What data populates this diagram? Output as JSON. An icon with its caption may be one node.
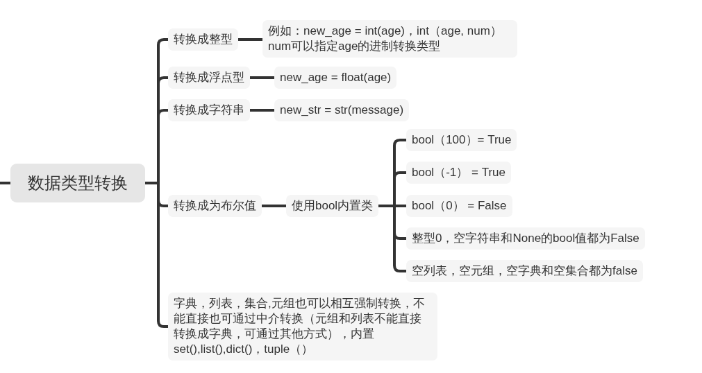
{
  "diagram": {
    "nodes": [
      {
        "text": [
          "数据类型转换"
        ]
      },
      {
        "text": [
          "转换成整型"
        ]
      },
      {
        "text": [
          "例如：new_age = int(age)，int（age, num） num可以指定age的进制转换类型"
        ]
      },
      {
        "text": [
          "转换成浮点型"
        ]
      },
      {
        "text": [
          "new_age = float(age)"
        ]
      },
      {
        "text": [
          "转换成字符串"
        ]
      },
      {
        "text": [
          "new_str = str(message)"
        ]
      },
      {
        "text": [
          "转换成为布尔值"
        ]
      },
      {
        "text": [
          "使用bool内置类"
        ]
      },
      {
        "text": [
          "bool（100）= True"
        ]
      },
      {
        "text": [
          "bool（-1） = True"
        ]
      },
      {
        "text": [
          "bool（0） = False"
        ]
      },
      {
        "text": [
          "整型0，空字符串和None的bool值都为False"
        ]
      },
      {
        "text": [
          "空列表，空元组，空字典和空集合都为false"
        ]
      },
      {
        "text": [
          "字典，列表，集合,元组也可以相互强制转换，不能直接也可通过中介转换（元组和列表不能直接转换成字典，可通过其他方式），内置set(),list(),dict()，tuple（）"
        ]
      }
    ],
    "edges": [
      {
        "from": null,
        "to": 0,
        "arrow": "none"
      },
      {
        "from": 0,
        "to": 1,
        "arrow": "none"
      },
      {
        "from": 0,
        "to": 3,
        "arrow": "none"
      },
      {
        "from": 0,
        "to": 5,
        "arrow": "none"
      },
      {
        "from": 0,
        "to": 7,
        "arrow": "none"
      },
      {
        "from": 0,
        "to": 14,
        "arrow": "none"
      },
      {
        "from": 1,
        "to": 2,
        "arrow": "none"
      },
      {
        "from": 3,
        "to": 4,
        "arrow": "none"
      },
      {
        "from": 5,
        "to": 6,
        "arrow": "none"
      },
      {
        "from": 7,
        "to": 8,
        "arrow": "none"
      },
      {
        "from": 8,
        "to": 9,
        "arrow": "none"
      },
      {
        "from": 8,
        "to": 10,
        "arrow": "none"
      },
      {
        "from": 8,
        "to": 11,
        "arrow": "none"
      },
      {
        "from": 8,
        "to": 12,
        "arrow": "none"
      },
      {
        "from": 8,
        "to": 13,
        "arrow": "none"
      }
    ]
  }
}
